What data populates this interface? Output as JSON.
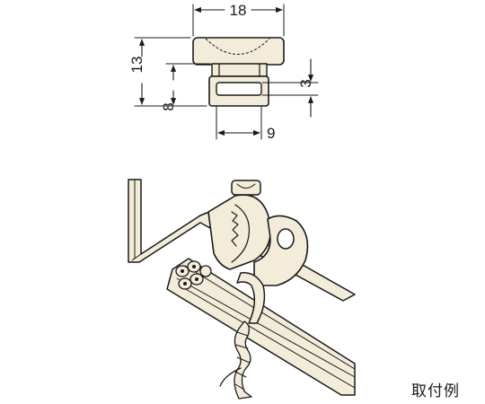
{
  "dimensions": {
    "width_top": "18",
    "height_total": "13",
    "height_body": "8",
    "slot_height": "3",
    "width_bottom": "9"
  },
  "caption": "取付例",
  "colors": {
    "ink": "#1a1a1a",
    "part_fill": "#f3ecd9"
  }
}
